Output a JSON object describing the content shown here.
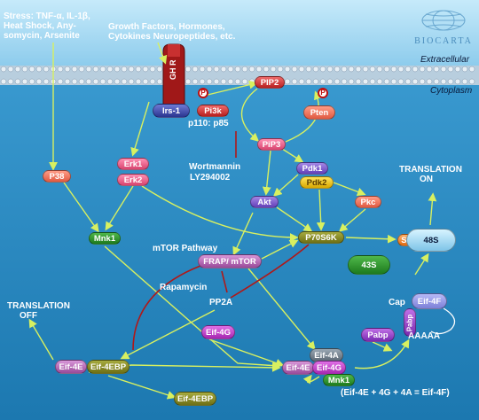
{
  "header": {
    "stress": [
      "Stress: TNF-α, IL-1β,",
      "Heat Shock, Any-",
      "somycin, Arsenite"
    ],
    "growth": [
      "Growth Factors, Hormones,",
      "Cytokines Neuropeptides, etc."
    ],
    "brand": "BIOCARTA",
    "extracellular": "Extracellular",
    "cytoplasm": "Cytoplasm"
  },
  "receptor": "GH R",
  "nodes": {
    "irs1": "Irs-1",
    "pi3k": "Pi3k",
    "p110": "p110: p85",
    "pip2": "PIP2",
    "pten": "Pten",
    "pip3": "PiP3",
    "erk1": "Erk1",
    "erk2": "Erk2",
    "pdk1": "Pdk1",
    "pdk2": "Pdk2",
    "p38": "P38",
    "akt": "Akt",
    "pkc": "Pkc",
    "mnk1": "Mnk1",
    "p70s6k": "P70S6K",
    "s6": "S6",
    "s48": "48S",
    "s43": "43S",
    "frap": "FRAP/ mTOR",
    "eif4g_top": "Eif-4G",
    "eif4e_left": "Eif-4E",
    "eif4ebp": "Eif-4EBP",
    "eif4ebp_bottom": "Eif-4EBP",
    "eif4a": "Eif-4A",
    "eif4e_right": "Eif-4E",
    "eif4g_right": "Eif-4G",
    "mnk1_right": "Mnk1",
    "pabp": "Pabp",
    "pabp_vert": "Pabp",
    "eif4f": "Eif-4F",
    "p_marker": "P"
  },
  "labels": {
    "wortmannin": "Wortmannin",
    "ly": "LY294002",
    "translation_on": [
      "TRANSLATION",
      "ON"
    ],
    "translation_off": [
      "TRANSLATION",
      "OFF"
    ],
    "mtor_pathway": "mTOR Pathway",
    "rapamycin": "Rapamycin",
    "pp2a": "PP2A",
    "cap": "Cap",
    "aaaaa": "AAAAA",
    "formula": "(Eif-4E + 4G + 4A = Eif-4F)"
  },
  "colors": {
    "extracellular": "#a8dcf4",
    "cytoplasm": "#2a8ec4",
    "membrane": "#c8d8e8",
    "receptor": "#a01818",
    "arrow": "#d8f060",
    "inhibit": "#b01818"
  }
}
